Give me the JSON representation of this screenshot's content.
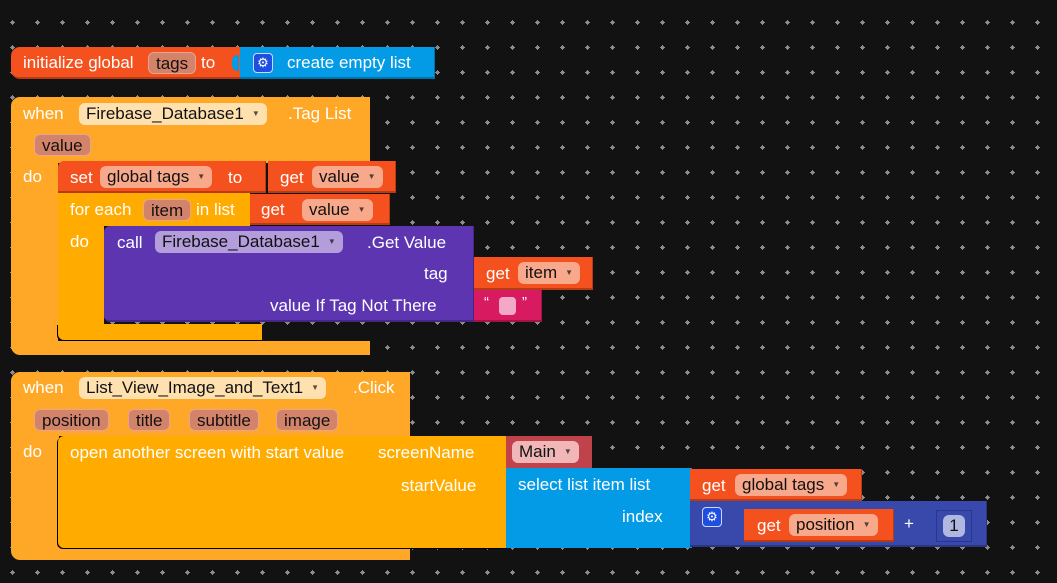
{
  "workspace": {
    "background": "#121212",
    "grid_color": "#8a8a8a",
    "grid_spacing": 25
  },
  "colors": {
    "variables": "#f4511e",
    "variable_field": "#f8a88b",
    "param_field": "#d4836b",
    "lists": "#039be5",
    "events": "#ffa726",
    "control": "#ffab00",
    "component_call": "#5e35b1",
    "text": "#d81b60",
    "math": "#3949ab",
    "screen": "#c0434b"
  },
  "init_block": {
    "label": "initialize global",
    "var_name": "tags",
    "to_label": "to",
    "value_block": {
      "icon": "gear-icon",
      "label": "create empty list"
    }
  },
  "event1": {
    "when_label": "when",
    "component": "Firebase_Database1",
    "event": ".Tag List",
    "params": [
      "value"
    ],
    "do_label": "do",
    "set_block": {
      "set_label": "set",
      "var": "global tags",
      "to_label": "to",
      "get_label": "get",
      "get_var": "value"
    },
    "foreach_block": {
      "for_label": "for each",
      "item_var": "item",
      "in_list_label": "in list",
      "get_label": "get",
      "get_var": "value",
      "do_label": "do",
      "call_block": {
        "call_label": "call",
        "component": "Firebase_Database1",
        "method": ".Get Value",
        "arg1_label": "tag",
        "arg1_get_label": "get",
        "arg1_get_var": "item",
        "arg2_label": "value If Tag Not There",
        "arg2_open_quote": "“",
        "arg2_close_quote": "”"
      }
    }
  },
  "event2": {
    "when_label": "when",
    "component": "List_View_Image_and_Text1",
    "event": ".Click",
    "params": [
      "position",
      "title",
      "subtitle",
      "image"
    ],
    "do_label": "do",
    "open_block": {
      "label": "open another screen with start value",
      "screen_label": "screenName",
      "screen_value": "Main",
      "start_label": "startValue",
      "select_block": {
        "label": "select list item  list",
        "get_label": "get",
        "get_var": "global tags",
        "index_label": "index",
        "add_block": {
          "icon": "gear-icon",
          "get_label": "get",
          "get_var": "position",
          "operator": "+",
          "number": "1"
        }
      }
    }
  }
}
